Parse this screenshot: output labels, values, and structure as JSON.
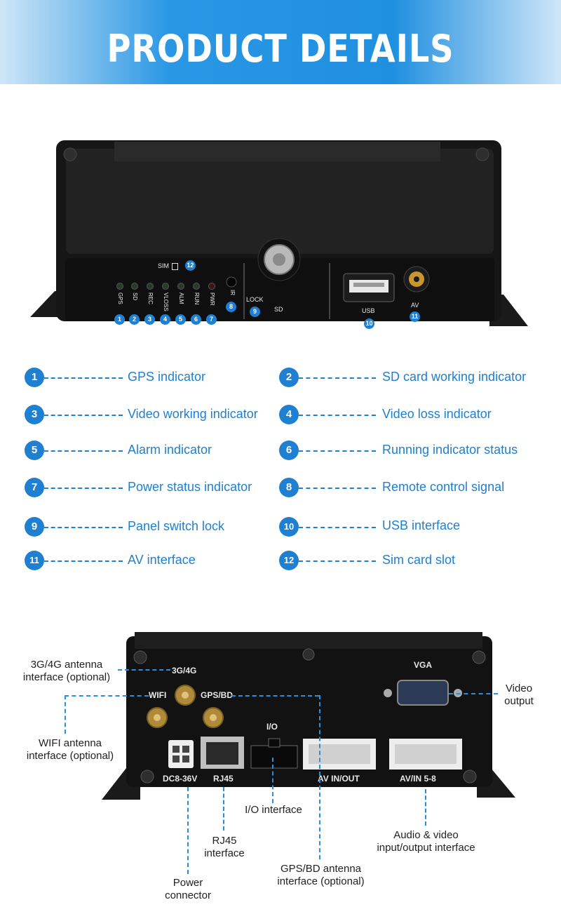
{
  "banner": {
    "title": "PRODUCT DETAILS"
  },
  "front_panel": {
    "sim_label": "SIM",
    "led_labels": [
      "GPS",
      "SD",
      "REC",
      "VLOSS",
      "ALM",
      "RUN",
      "PWR"
    ],
    "ir_label": "IR",
    "lock_label": "LOCK",
    "sd_label": "SD",
    "usb_label": "USB",
    "av_label": "AV",
    "callouts": [
      "1",
      "2",
      "3",
      "4",
      "5",
      "6",
      "7",
      "8",
      "9",
      "10",
      "11",
      "12"
    ]
  },
  "legend": [
    {
      "num": "1",
      "label": "GPS indicator"
    },
    {
      "num": "2",
      "label": "SD card working indicator"
    },
    {
      "num": "3",
      "label": "Video working indicator"
    },
    {
      "num": "4",
      "label": "Video loss indicator"
    },
    {
      "num": "5",
      "label": "Alarm indicator"
    },
    {
      "num": "6",
      "label": "Running indicator status"
    },
    {
      "num": "7",
      "label": "Power status indicator"
    },
    {
      "num": "8",
      "label": "Remote control signal"
    },
    {
      "num": "9",
      "label": "Panel switch lock"
    },
    {
      "num": "10",
      "label": "USB interface"
    },
    {
      "num": "11",
      "label": "AV interface"
    },
    {
      "num": "12",
      "label": "Sim card slot"
    }
  ],
  "rear_panel": {
    "labels": {
      "g34": "3G/4G",
      "wifi": "WIFI",
      "gps": "GPS/BD",
      "vga": "VGA",
      "io": "I/O",
      "dc": "DC8-36V",
      "rj45": "RJ45",
      "avinout": "AV IN/OUT",
      "avin58": "AV/IN 5-8"
    },
    "annotations": {
      "antenna_3g4g": [
        "3G/4G antenna",
        "interface (optional)"
      ],
      "video_out": [
        "Video",
        "output"
      ],
      "wifi_antenna": [
        "WIFI antenna",
        "interface (optional)"
      ],
      "io_interface": [
        "I/O interface"
      ],
      "audio_video": [
        "Audio & video",
        "input/output interface"
      ],
      "rj45_interface": [
        "RJ45",
        "interface"
      ],
      "gps_antenna": [
        "GPS/BD antenna",
        "interface (optional)"
      ],
      "power": [
        "Power",
        "connector"
      ]
    }
  }
}
